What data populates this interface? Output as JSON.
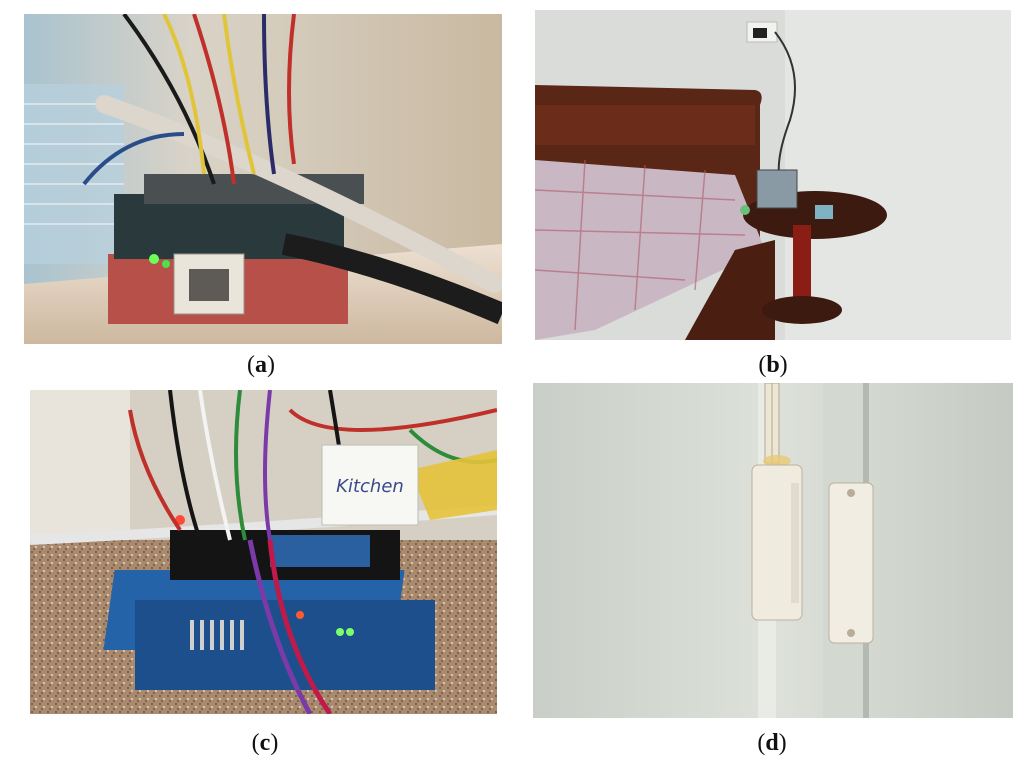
{
  "panels": [
    {
      "letter": "a",
      "subject": "arduino-board-with-cables"
    },
    {
      "letter": "b",
      "subject": "bedroom-with-sensor-on-nightstand"
    },
    {
      "letter": "c",
      "subject": "arduino-stack-labeled-kitchen",
      "sign_text": "Kitchen"
    },
    {
      "letter": "d",
      "subject": "magnetic-door-sensor"
    }
  ],
  "caption_paren_open": "(",
  "caption_paren_close": ")"
}
